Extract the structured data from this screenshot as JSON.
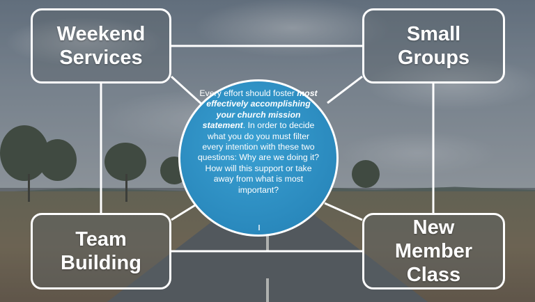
{
  "boxes": {
    "top_left": [
      "Weekend",
      "Services"
    ],
    "top_right": [
      "Small",
      "Groups"
    ],
    "bottom_left": [
      "Team",
      "Building"
    ],
    "bottom_right": [
      "New",
      "Member",
      "Class"
    ]
  },
  "center": {
    "intro": "Every effort should foster",
    "emphasis": "most effectively accomplishing your church mission statement",
    "body": ".  In order to decide what you do you must filter every intention with these two questions:  Why are we doing it?  How will this support or take away from what is most important?"
  },
  "colors": {
    "circle_fill": "#2a89bd",
    "outline": "#ffffff"
  }
}
